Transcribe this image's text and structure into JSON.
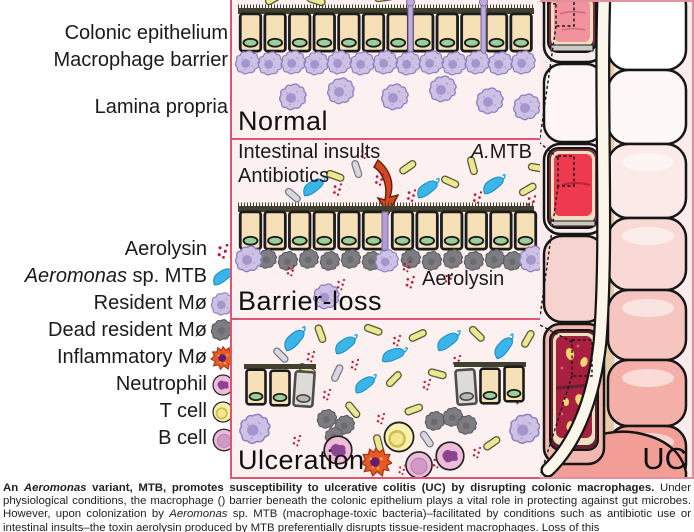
{
  "left_labels": {
    "colonic_epithelium": "Colonic epithelium",
    "macrophage_barrier": "Macrophage barrier",
    "lamina_propria": "Lamina propria"
  },
  "legend": {
    "items": [
      {
        "label": "Aerolysin",
        "icon": "aerolysin-dots-icon"
      },
      {
        "italic": "Aeromonas",
        "label": " sp. MTB",
        "icon": "aeromonas-mtb-icon"
      },
      {
        "label": "Resident Mø",
        "icon": "resident-macrophage-icon"
      },
      {
        "label": "Dead resident Mø",
        "icon": "dead-macrophage-icon"
      },
      {
        "label": "Inflammatory Mø",
        "icon": "inflammatory-macrophage-icon"
      },
      {
        "label": "Neutrophil",
        "icon": "neutrophil-icon"
      },
      {
        "label": "T cell",
        "icon": "t-cell-icon"
      },
      {
        "label": "B cell",
        "icon": "b-cell-icon"
      }
    ]
  },
  "panels": {
    "normal": {
      "title": "Normal"
    },
    "barrier_loss": {
      "title": "Barrier-loss",
      "insults_label": "Intestinal insults",
      "antibiotics_label": "Antibiotics",
      "amtb_italic": "A.",
      "amtb_rest": "MTB",
      "aerolysin_label": "Aerolysin"
    },
    "ulceration": {
      "title": "Ulceration"
    }
  },
  "colon": {
    "uc_label": "UC"
  },
  "caption": {
    "segments": [
      {
        "t": "An ",
        "b": 1
      },
      {
        "t": "Aeromonas",
        "b": 1,
        "i": 1
      },
      {
        "t": " variant, MTB, promotes susceptibility to ulcerative colitis (UC) by disrupting colonic macrophages. ",
        "b": 1
      },
      {
        "t": "Under physiological conditions, the macrophage () barrier beneath the colonic epithelium plays a vital role in protecting against gut microbes. However, upon colonization by "
      },
      {
        "t": "Aeromonas",
        "i": 1
      },
      {
        "t": " sp. MTB (macrophage-toxic bacteria)–facilitated by conditions such as antibiotic use or intestinal insults–the toxin aerolysin produced by MTB preferentially disrupts tissue-resident macrophages. Loss of this"
      }
    ]
  },
  "colors": {
    "panel_border": "#dd5570",
    "panel_bg": "#fdf0f1",
    "aerolysin_red": "#c5112a",
    "aeromonas_blue": "#3ab5ea",
    "resident_mac": "#cdc1e4",
    "dead_mac": "#7d7d81",
    "inflammatory_mac": "#e75a28",
    "neutrophil": "#eebcd9",
    "t_cell": "#f8f2ae",
    "b_cell": "#e7bbd9",
    "epithelium": "#f5e0b8",
    "inflamed_red": "#ed3a4e",
    "ulcer_red": "#a81f40"
  }
}
